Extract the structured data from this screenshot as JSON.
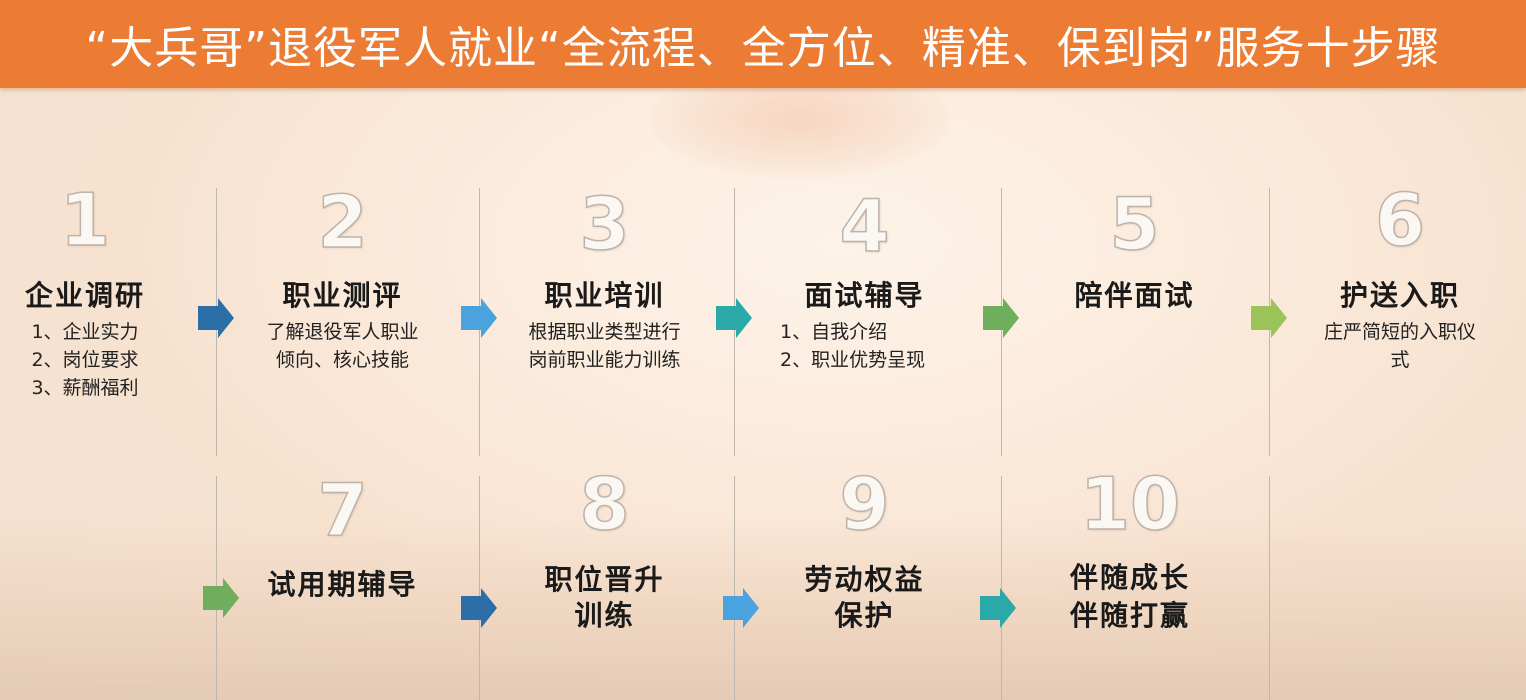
{
  "header": {
    "title": "“大兵哥”退役军人就业“全流程、全方位、精准、保到岗”服务十步骤"
  },
  "colors": {
    "header_bg": "#ec7c33",
    "arrow_dark_blue": "#2c6fa8",
    "arrow_light_blue": "#4aa3df",
    "arrow_teal": "#2aa9a8",
    "arrow_green": "#6fae5c",
    "arrow_light_green": "#9bc35a"
  },
  "steps": [
    {
      "number": "1",
      "title": "企业调研",
      "desc": [
        "1、企业实力",
        "2、岗位要求",
        "3、薪酬福利"
      ]
    },
    {
      "number": "2",
      "title": "职业测评",
      "desc": [
        "了解退役军人职业",
        "倾向、核心技能"
      ]
    },
    {
      "number": "3",
      "title": "职业培训",
      "desc": [
        "根据职业类型进行",
        "岗前职业能力训练"
      ]
    },
    {
      "number": "4",
      "title": "面试辅导",
      "desc": [
        "1、自我介绍",
        "2、职业优势呈现"
      ]
    },
    {
      "number": "5",
      "title": "陪伴面试",
      "desc": []
    },
    {
      "number": "6",
      "title": "护送入职",
      "desc": [
        "庄严简短的入职仪",
        "式"
      ]
    },
    {
      "number": "7",
      "title_lines": [
        "试用期辅导"
      ]
    },
    {
      "number": "8",
      "title_lines": [
        "职位晋升",
        "训练"
      ]
    },
    {
      "number": "9",
      "title_lines": [
        "劳动权益",
        "保护"
      ]
    },
    {
      "number": "10",
      "title_lines": [
        "伴随成长",
        "伴随打赢"
      ]
    }
  ],
  "icons": {
    "arrow": "chevron-arrow-icon"
  }
}
